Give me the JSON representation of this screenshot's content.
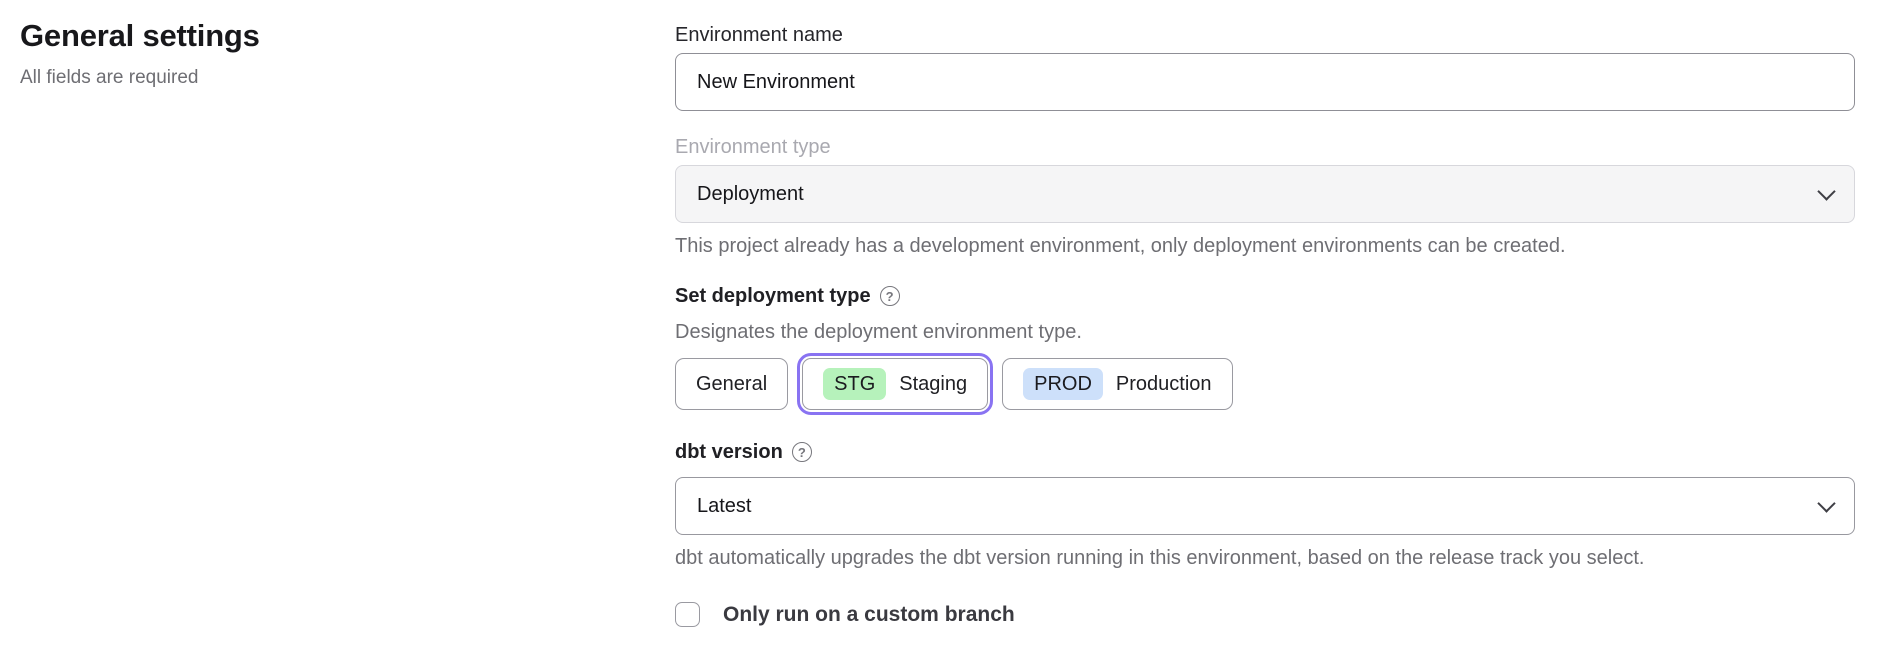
{
  "page": {
    "title": "General settings",
    "subtitle": "All fields are required"
  },
  "icons": {
    "question_glyph": "?",
    "chevron_down": "v"
  },
  "colors": {
    "accent_purple": "#8973f2",
    "badge_green_bg": "#b6f2bb",
    "badge_blue_bg": "#cde0fa",
    "disabled_field_bg": "#f5f5f6",
    "muted_text": "#6e6e73"
  },
  "form": {
    "environment_name": {
      "label": "Environment name",
      "value": "New Environment"
    },
    "environment_type": {
      "label": "Environment type",
      "value": "Deployment",
      "disabled": true,
      "help": "This project already has a development environment, only deployment environments can be created."
    },
    "deployment_type": {
      "label": "Set deployment type",
      "description": "Designates the deployment environment type.",
      "options": [
        {
          "label": "General",
          "badge": "",
          "selected": false
        },
        {
          "label": "Staging",
          "badge": "STG",
          "selected": true
        },
        {
          "label": "Production",
          "badge": "PROD",
          "selected": false
        }
      ]
    },
    "dbt_version": {
      "label": "dbt version",
      "value": "Latest",
      "help": "dbt automatically upgrades the dbt version running in this environment, based on the release track you select."
    },
    "custom_branch": {
      "label": "Only run on a custom branch",
      "checked": false
    }
  }
}
